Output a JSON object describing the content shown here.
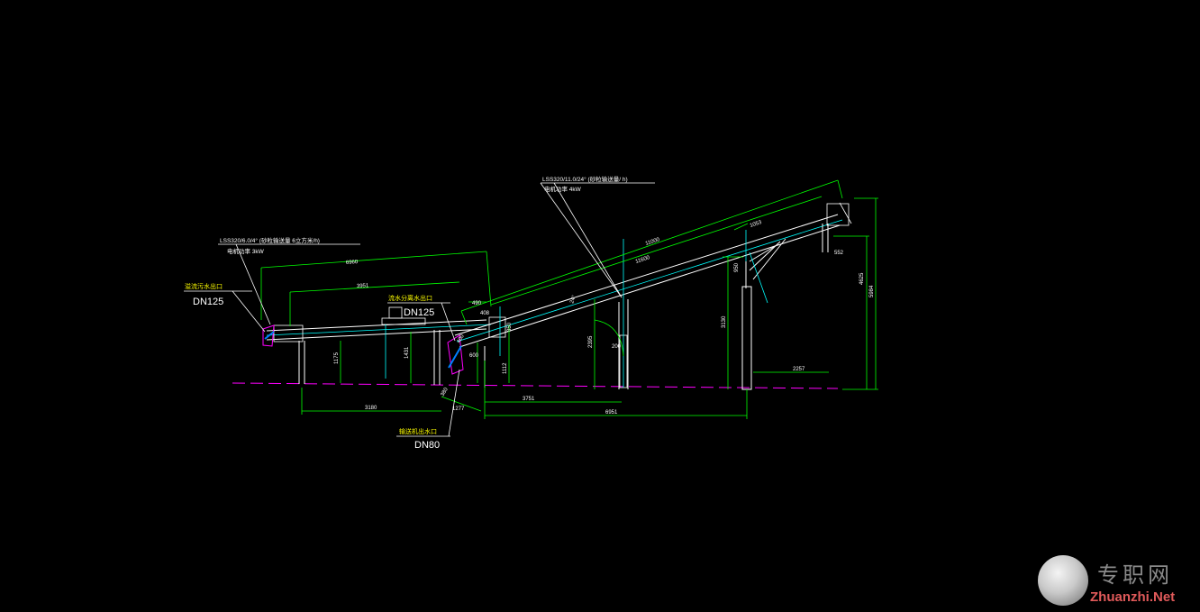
{
  "drawing": {
    "callouts": {
      "motor_left": "LSS320/6.0/4° (砂粒输送量 6立方米/h)",
      "motor_left_power": "电机功率 3kW",
      "motor_right": "LSS320/11.0/24° (砂粒输送量/ h)",
      "motor_right_power": "电机功率 4kW",
      "outlet_left": "溢流污水出口",
      "outlet_left_dn": "DN125",
      "outlet_mid": "流水分离水出口",
      "outlet_mid_dn": "DN125",
      "outlet_bottom": "输送机出水口",
      "outlet_bottom_dn": "DN80"
    },
    "dimensions": {
      "d6960": "6960",
      "d3951": "3951",
      "d3180": "3180",
      "d1277": "1277",
      "d3751": "3751",
      "d6951": "6951",
      "d11000": "11000",
      "d11600": "11600",
      "d1053": "1053",
      "d2257": "2257",
      "d3130": "3130",
      "d4625": "4625",
      "d5984": "5984",
      "d2395": "2395",
      "d552": "552",
      "d200": "200",
      "d1175": "1175",
      "d1431": "1431",
      "d490": "490",
      "d408": "408",
      "d600": "600",
      "d350": "350",
      "d1112": "1112",
      "d24": "24°",
      "d950": "950",
      "d400": "400",
      "d380": "380"
    }
  },
  "watermark": {
    "cn": "专职网",
    "en": "Zhuanzhi.Net"
  },
  "colors": {
    "background": "#000000",
    "dimension": "#00ff00",
    "structure": "#ffffff",
    "centerline": "#00ffff",
    "ground": "#ff00ff",
    "label": "#ffff00"
  }
}
